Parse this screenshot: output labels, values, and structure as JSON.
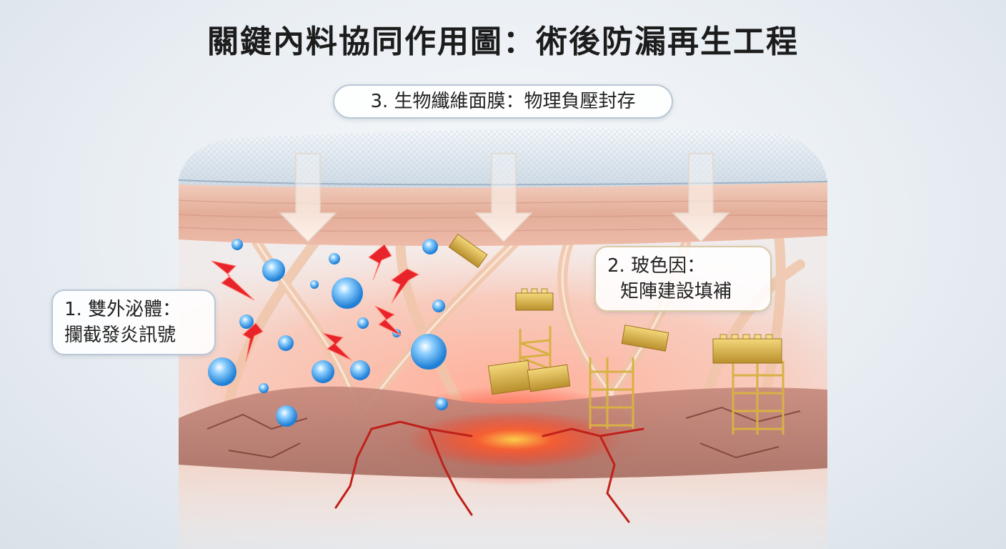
{
  "title": "關鍵內料協同作用圖：術後防漏再生工程",
  "labels": {
    "membrane": "3. 生物纖維面膜：物理負壓封存",
    "exosome_line1": "1. 雙外泌體：",
    "exosome_line2": "攔截發炎訊號",
    "pdrn_line1": "2. 玻色因：",
    "pdrn_line2": "矩陣建設填補"
  },
  "colors": {
    "membrane": "#dfe8f0",
    "skin_top": "#e9b9a8",
    "dermis": "#f3c6b8",
    "cracked_layer": "#c98a7c",
    "inflammation": "#ff4a2e",
    "lightning": "#e8232a",
    "exosome": "#4aa8f0",
    "scaffold_gold": "#d8b145",
    "arrow": "#fbeee3"
  }
}
